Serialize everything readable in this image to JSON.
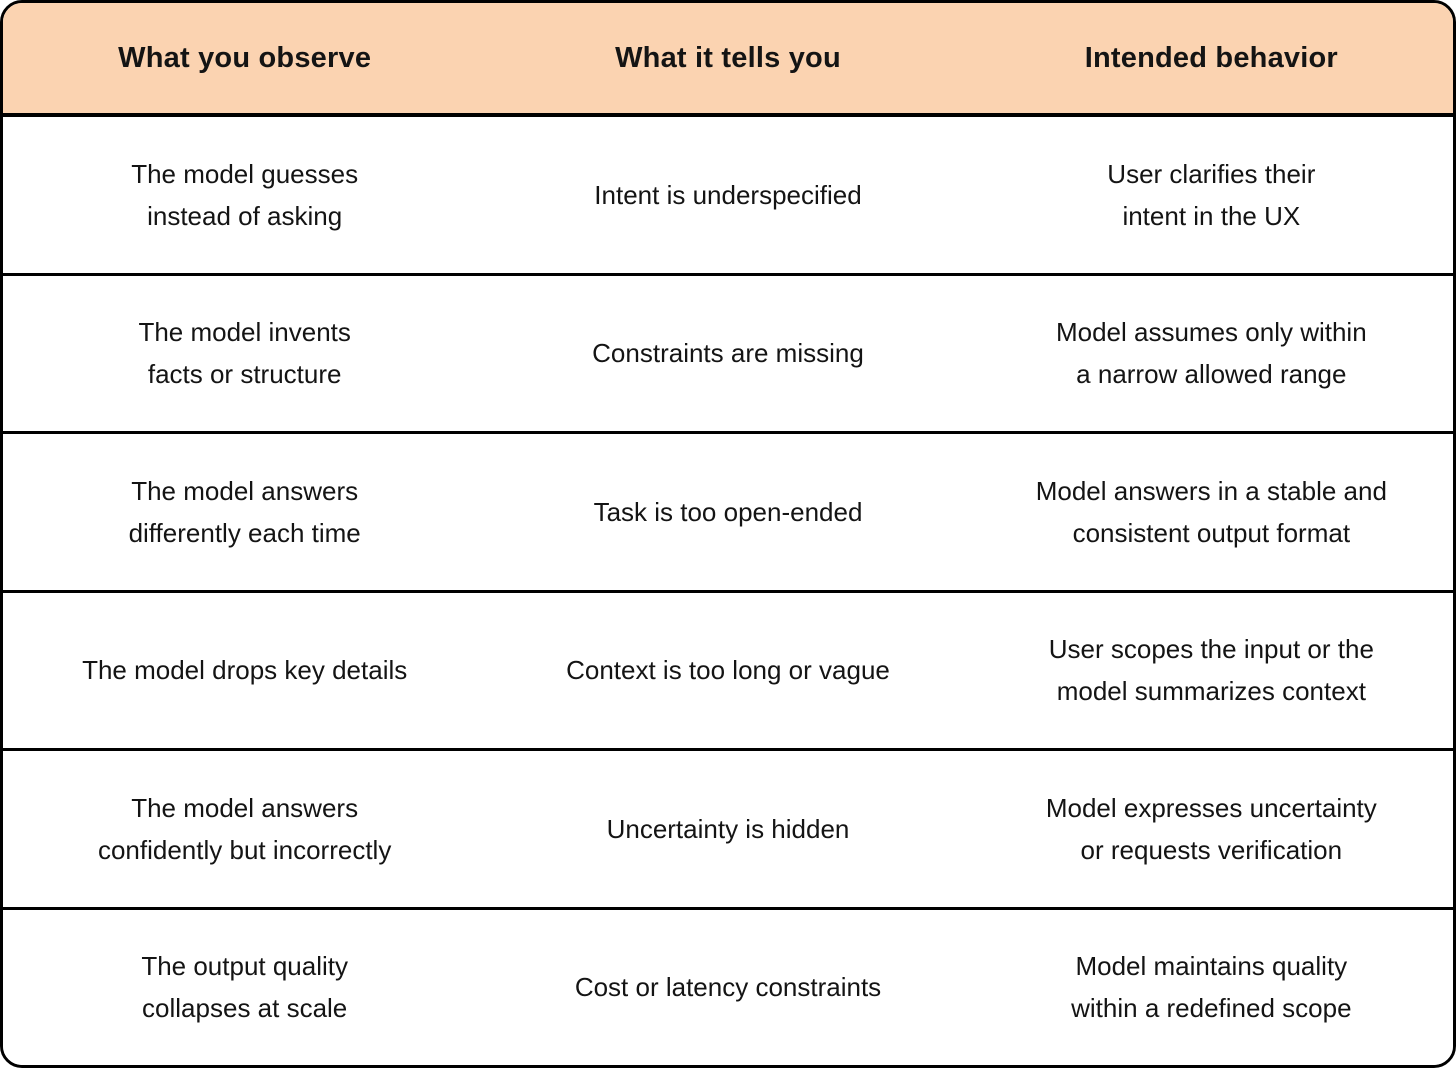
{
  "table": {
    "headers": {
      "observe": "What you observe",
      "tells": "What it tells you",
      "intended": "Intended behavior"
    },
    "rows": [
      {
        "observe": "The model guesses\ninstead of asking",
        "tells": "Intent is underspecified",
        "intended": "User clarifies their\nintent in the UX"
      },
      {
        "observe": "The model invents\nfacts or structure",
        "tells": "Constraints are missing",
        "intended": "Model assumes only within\na narrow allowed range"
      },
      {
        "observe": "The model answers\ndifferently each time",
        "tells": "Task is too open-ended",
        "intended": "Model answers in a stable and\nconsistent output format"
      },
      {
        "observe": "The model drops key details",
        "tells": "Context is too long or vague",
        "intended": "User scopes the input or the\nmodel summarizes context"
      },
      {
        "observe": "The model answers\nconfidently but incorrectly",
        "tells": "Uncertainty is hidden",
        "intended": "Model expresses uncertainty\nor requests verification"
      },
      {
        "observe": "The output quality\ncollapses at scale",
        "tells": "Cost or latency constraints",
        "intended": "Model maintains quality\nwithin a redefined scope"
      }
    ],
    "colors": {
      "header_bg": "#FBD3B1",
      "border": "#000000",
      "body_bg": "#FFFFFF",
      "text": "#141414"
    }
  }
}
